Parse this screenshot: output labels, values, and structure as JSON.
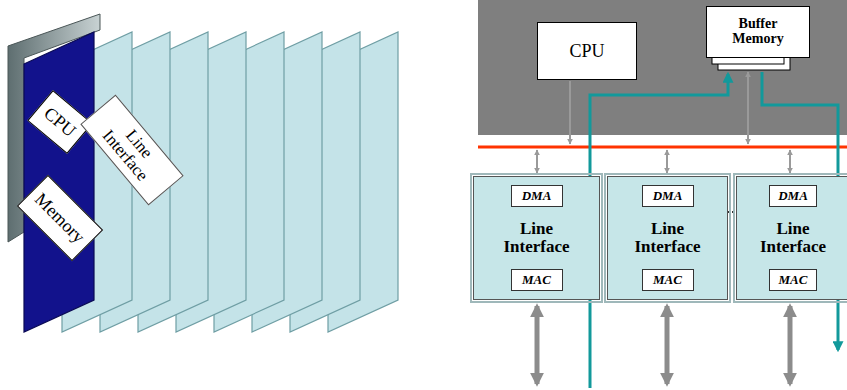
{
  "diagram": {
    "nodes": [
      {
        "text": [
          "CPU"
        ]
      },
      {
        "text": [
          "Memory"
        ]
      },
      {
        "text": [
          "Line Interface"
        ]
      },
      {
        "text": [
          "CPU"
        ]
      },
      {
        "text": [
          "Buffer Memory"
        ]
      },
      {
        "text": [
          "Line Interface"
        ]
      },
      {
        "text": [
          "DMA"
        ],
        "in": 5
      },
      {
        "text": [
          "MAC"
        ],
        "in": 5
      },
      {
        "text": [
          "Line Interface"
        ]
      },
      {
        "text": [
          "DMA"
        ],
        "in": 8
      },
      {
        "text": [
          "MAC"
        ],
        "in": 8
      },
      {
        "text": [
          "Line Interface"
        ]
      },
      {
        "text": [
          "DMA"
        ],
        "in": 11
      },
      {
        "text": [
          "MAC"
        ],
        "in": 11
      }
    ]
  }
}
